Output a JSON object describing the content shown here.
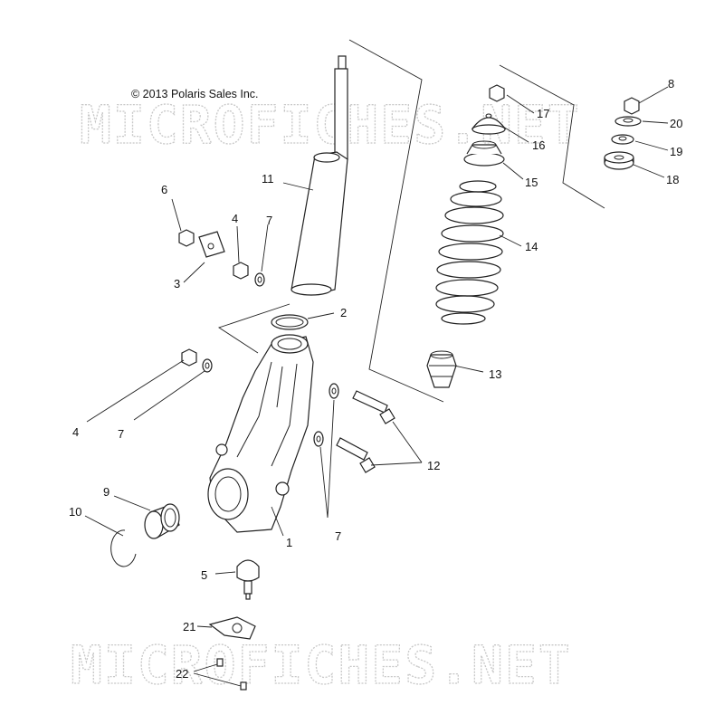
{
  "copyright": "© 2013 Polaris Sales Inc.",
  "watermark": "MICROFICHES.NET",
  "callouts": {
    "c1": "1",
    "c2": "2",
    "c3": "3",
    "c4a": "4",
    "c4b": "4",
    "c5": "5",
    "c6": "6",
    "c7a": "7",
    "c7b": "7",
    "c7c": "7",
    "c8": "8",
    "c9": "9",
    "c10": "10",
    "c11": "11",
    "c12": "12",
    "c13": "13",
    "c14": "14",
    "c15": "15",
    "c16": "16",
    "c17": "17",
    "c18": "18",
    "c19": "19",
    "c20": "20",
    "c21": "21",
    "c22": "22"
  }
}
